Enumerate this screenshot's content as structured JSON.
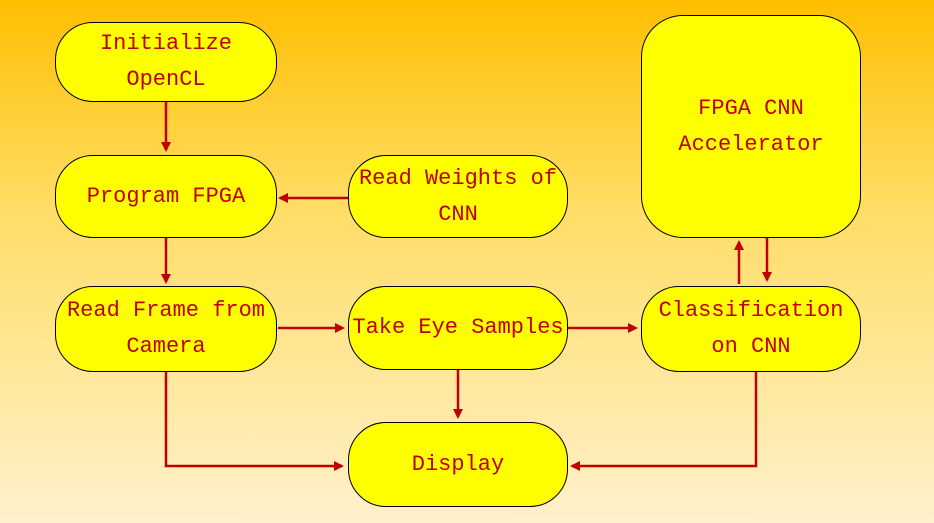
{
  "nodes": {
    "init_opencl": "Initialize\nOpenCL",
    "program_fpga": "Program FPGA",
    "read_weights": "Read Weights of\nCNN",
    "read_frame": "Read Frame from\nCamera",
    "take_eye_samples": "Take Eye Samples",
    "classification": "Classification\non CNN",
    "fpga_accelerator": "FPGA CNN\nAccelerator",
    "display": "Display"
  },
  "colors": {
    "node_fill": "#ffff00",
    "text": "#c00000",
    "arrow": "#c00000",
    "background_top": "#ffbf00",
    "background_bottom": "#fff1cc"
  }
}
